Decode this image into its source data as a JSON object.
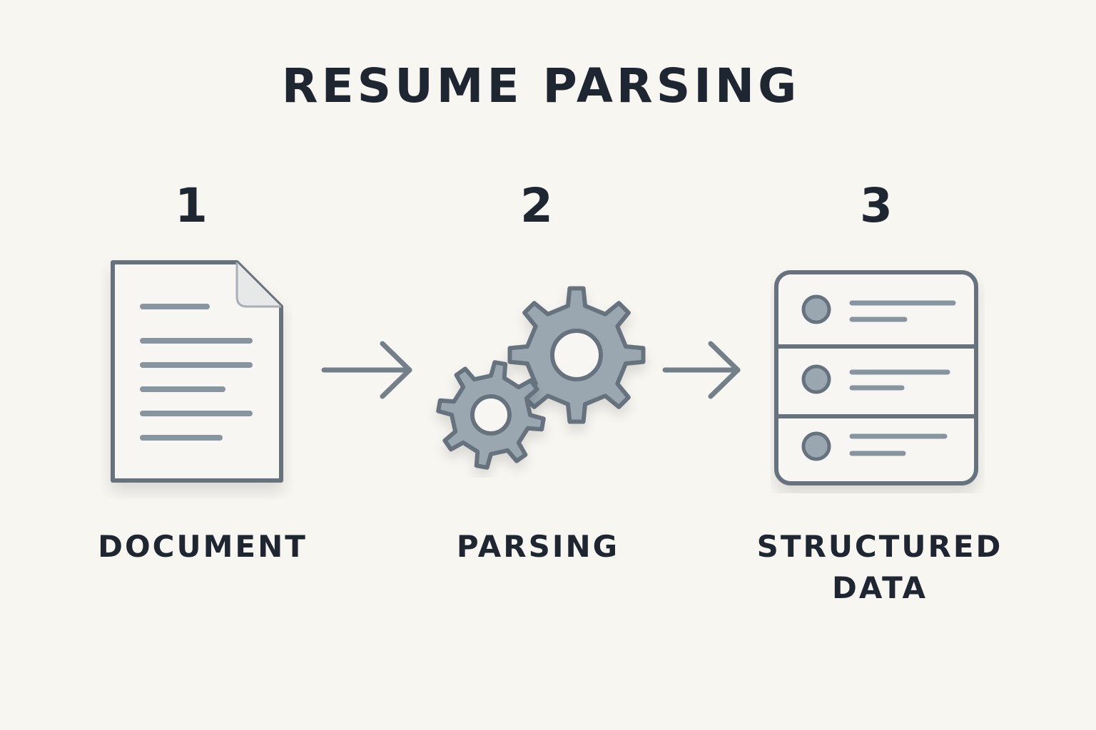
{
  "title": "RESUME PARSING",
  "steps": [
    {
      "number": "1",
      "label": "DOCUMENT",
      "icon": "document-icon"
    },
    {
      "number": "2",
      "label": "PARSING",
      "icon": "gears-icon"
    },
    {
      "number": "3",
      "label_lines": [
        "STRUCTURED",
        "DATA"
      ],
      "icon": "structured-data-icon"
    }
  ],
  "connectors": [
    "arrow-right-icon",
    "arrow-right-icon"
  ],
  "colors": {
    "background": "#f8f6f1",
    "text": "#1e2631",
    "icon_stroke": "#66737f",
    "icon_fill": "#f7f6f3",
    "gear_fill": "#9aa6b0",
    "line_color": "#8795a0"
  }
}
